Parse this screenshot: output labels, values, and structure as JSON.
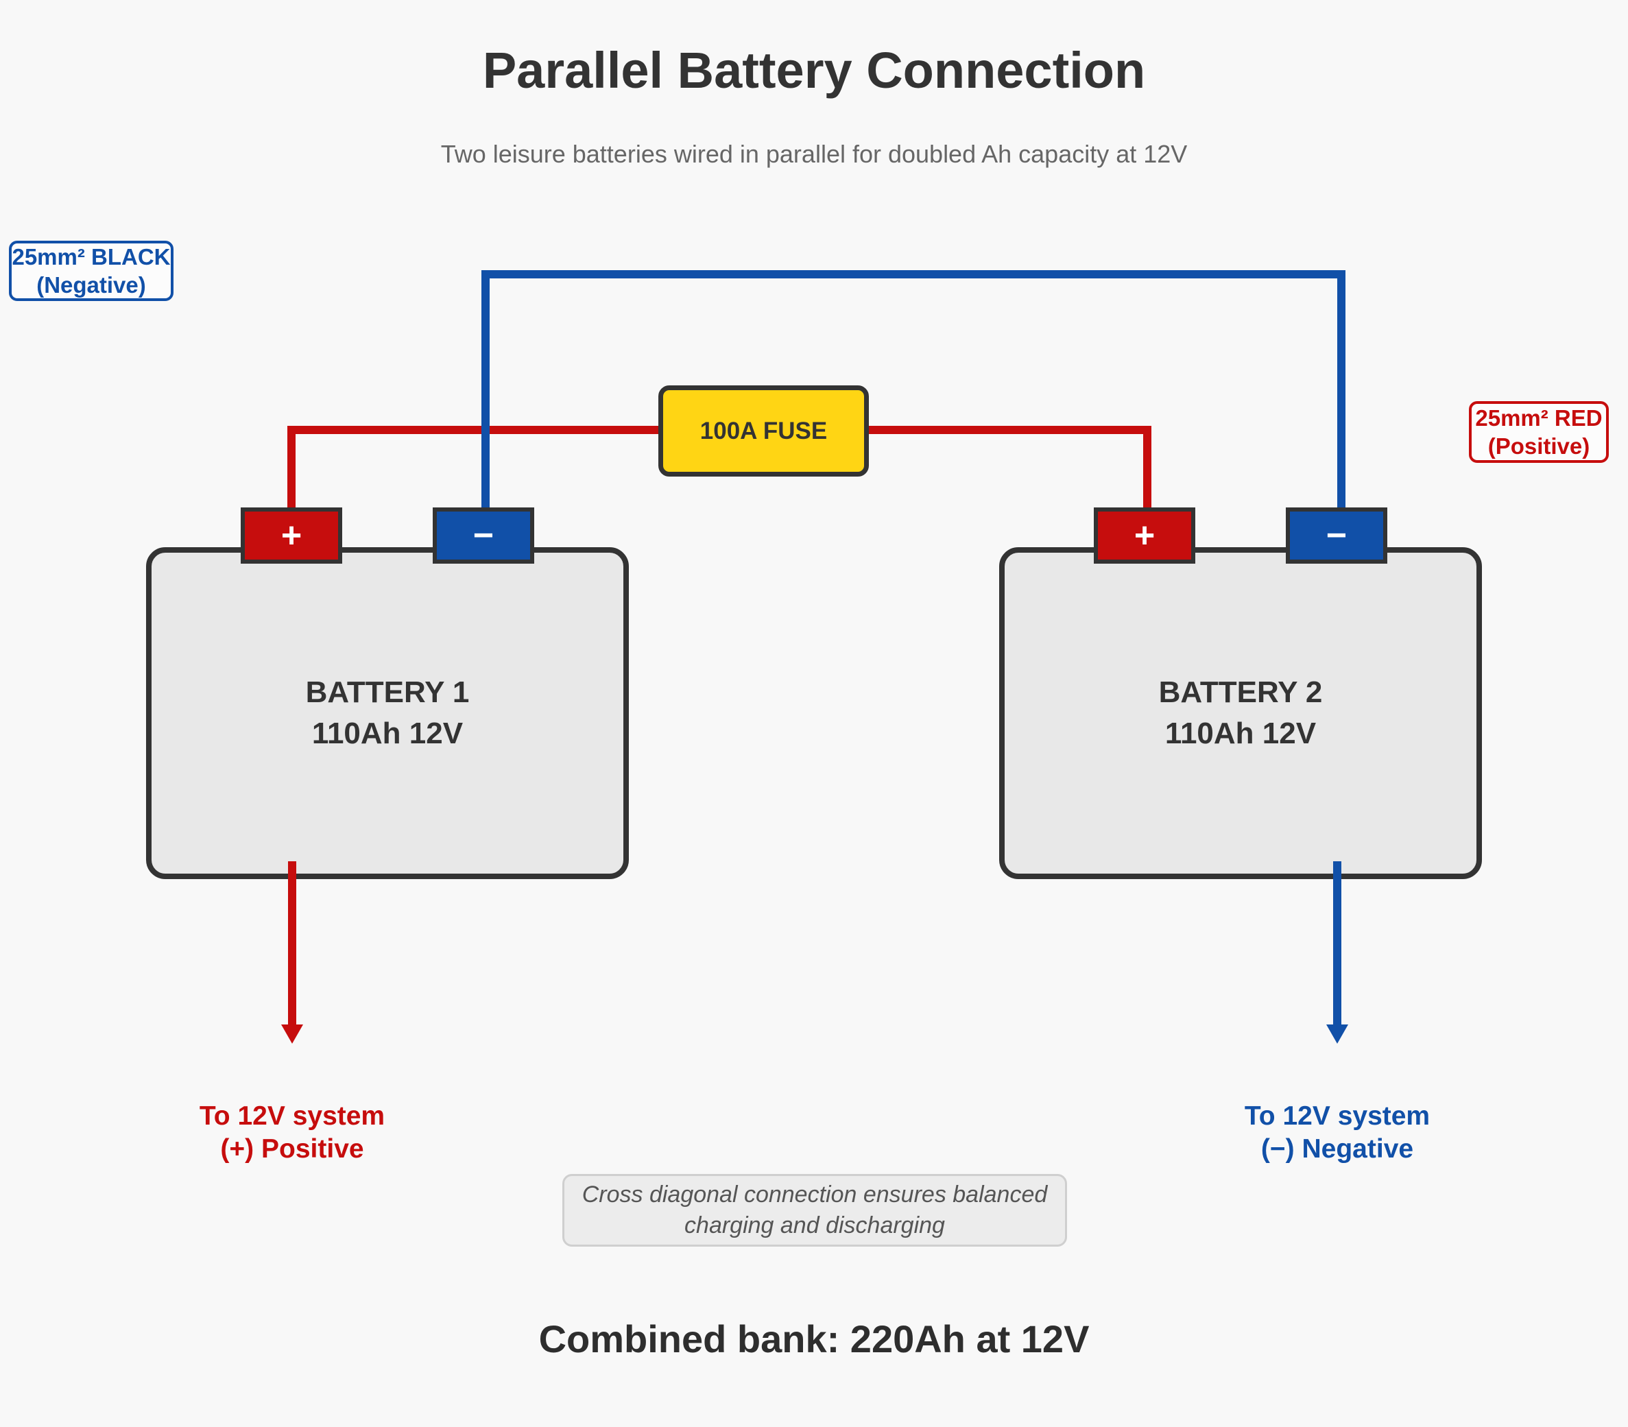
{
  "header": {
    "title": "Parallel Battery Connection",
    "subtitle": "Two leisure batteries wired in parallel for doubled Ah capacity at 12V"
  },
  "labels": {
    "negative_cable": {
      "line1": "25mm² BLACK",
      "line2": "(Negative)"
    },
    "positive_cable": {
      "line1": "25mm² RED",
      "line2": "(Positive)"
    },
    "fuse": "100A FUSE",
    "system_positive": {
      "line1": "To 12V system",
      "line2": "(+) Positive"
    },
    "system_negative": {
      "line1": "To 12V system",
      "line2": "(−) Negative"
    },
    "note": {
      "line1": "Cross diagonal connection ensures balanced",
      "line2": "charging and discharging"
    },
    "combined": "Combined bank: 220Ah at 12V"
  },
  "batteries": [
    {
      "name": "BATTERY 1",
      "spec": "110Ah 12V",
      "positive_symbol": "+",
      "negative_symbol": "−"
    },
    {
      "name": "BATTERY 2",
      "spec": "110Ah 12V",
      "positive_symbol": "+",
      "negative_symbol": "−"
    }
  ],
  "colors": {
    "positive_red": "#c60d0d",
    "negative_blue": "#1150a8",
    "fuse_yellow": "#ffd514",
    "outline": "#333333",
    "battery_fill": "#e8e8e8",
    "background": "#f8f8f8"
  }
}
